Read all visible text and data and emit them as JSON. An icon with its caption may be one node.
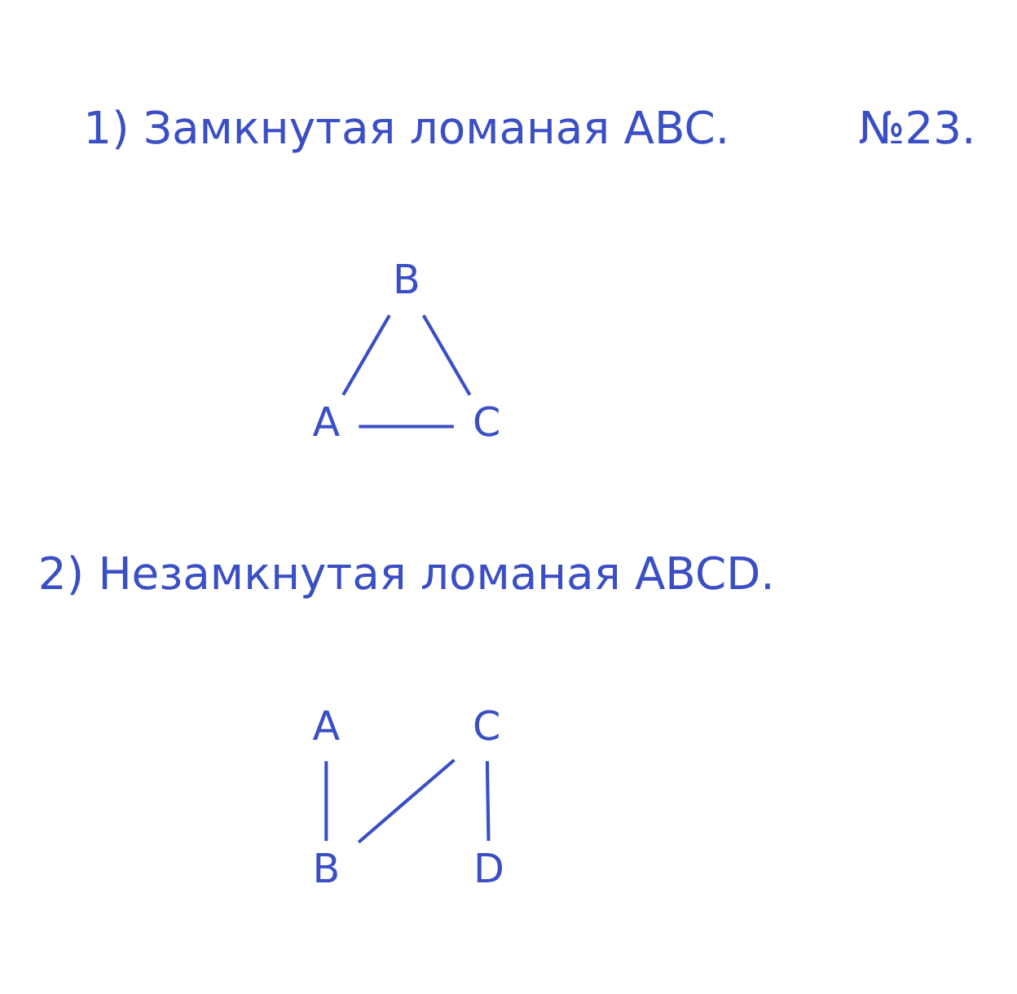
{
  "diagram": {
    "nodes": [
      {
        "text": [
          "B"
        ]
      },
      {
        "text": [
          "A"
        ]
      },
      {
        "text": [
          "C"
        ]
      },
      {
        "text": [
          "A"
        ]
      },
      {
        "text": [
          "B"
        ]
      },
      {
        "text": [
          "C"
        ]
      },
      {
        "text": [
          "D"
        ]
      }
    ],
    "edges": [
      {
        "from": 1,
        "to": 0,
        "arrow": "none"
      },
      {
        "from": 0,
        "to": 2,
        "arrow": "none"
      },
      {
        "from": 1,
        "to": 2,
        "arrow": "none"
      },
      {
        "from": 3,
        "to": 4,
        "arrow": "none"
      },
      {
        "from": 4,
        "to": 5,
        "arrow": "none"
      },
      {
        "from": 5,
        "to": 6,
        "arrow": "none"
      }
    ],
    "labels": [
      "№23.",
      "1) Замкнутая ломаная ABC.",
      "2) Незамкнутая ломаная ABCD."
    ]
  }
}
